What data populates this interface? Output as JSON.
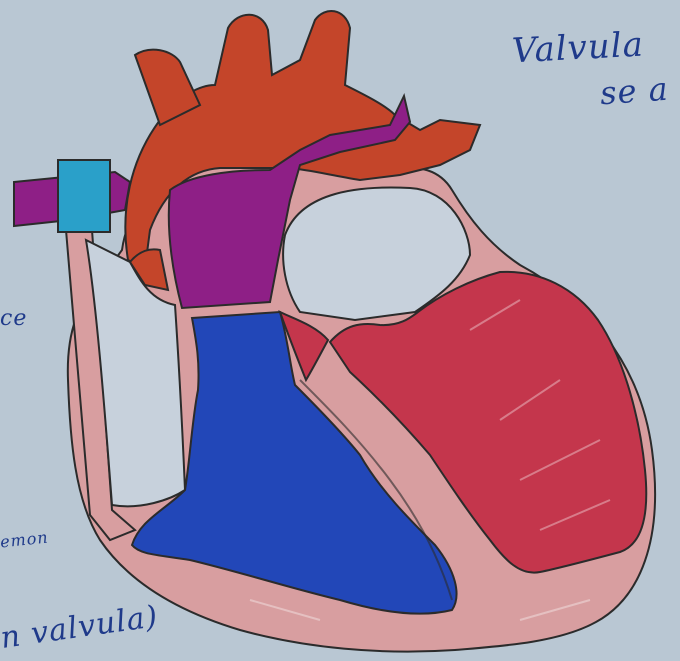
{
  "notes": {
    "top_right_line_1": "Valvula",
    "top_right_line_2": "se a",
    "left_mid_fragment": "ce",
    "left_lower_fragment": "emon",
    "bottom_left_fragment": "n valvula)"
  },
  "colors": {
    "paper": "#b9c7d3",
    "aorta_orange": "#c4452a",
    "pulmonary_purple": "#8e1f86",
    "valve_cyan": "#2aa0c9",
    "right_ventricle_blue": "#2247b8",
    "left_ventricle_red": "#c4364c",
    "heart_wall_pink": "#d89ea0",
    "ink": "#1f3a8a"
  }
}
